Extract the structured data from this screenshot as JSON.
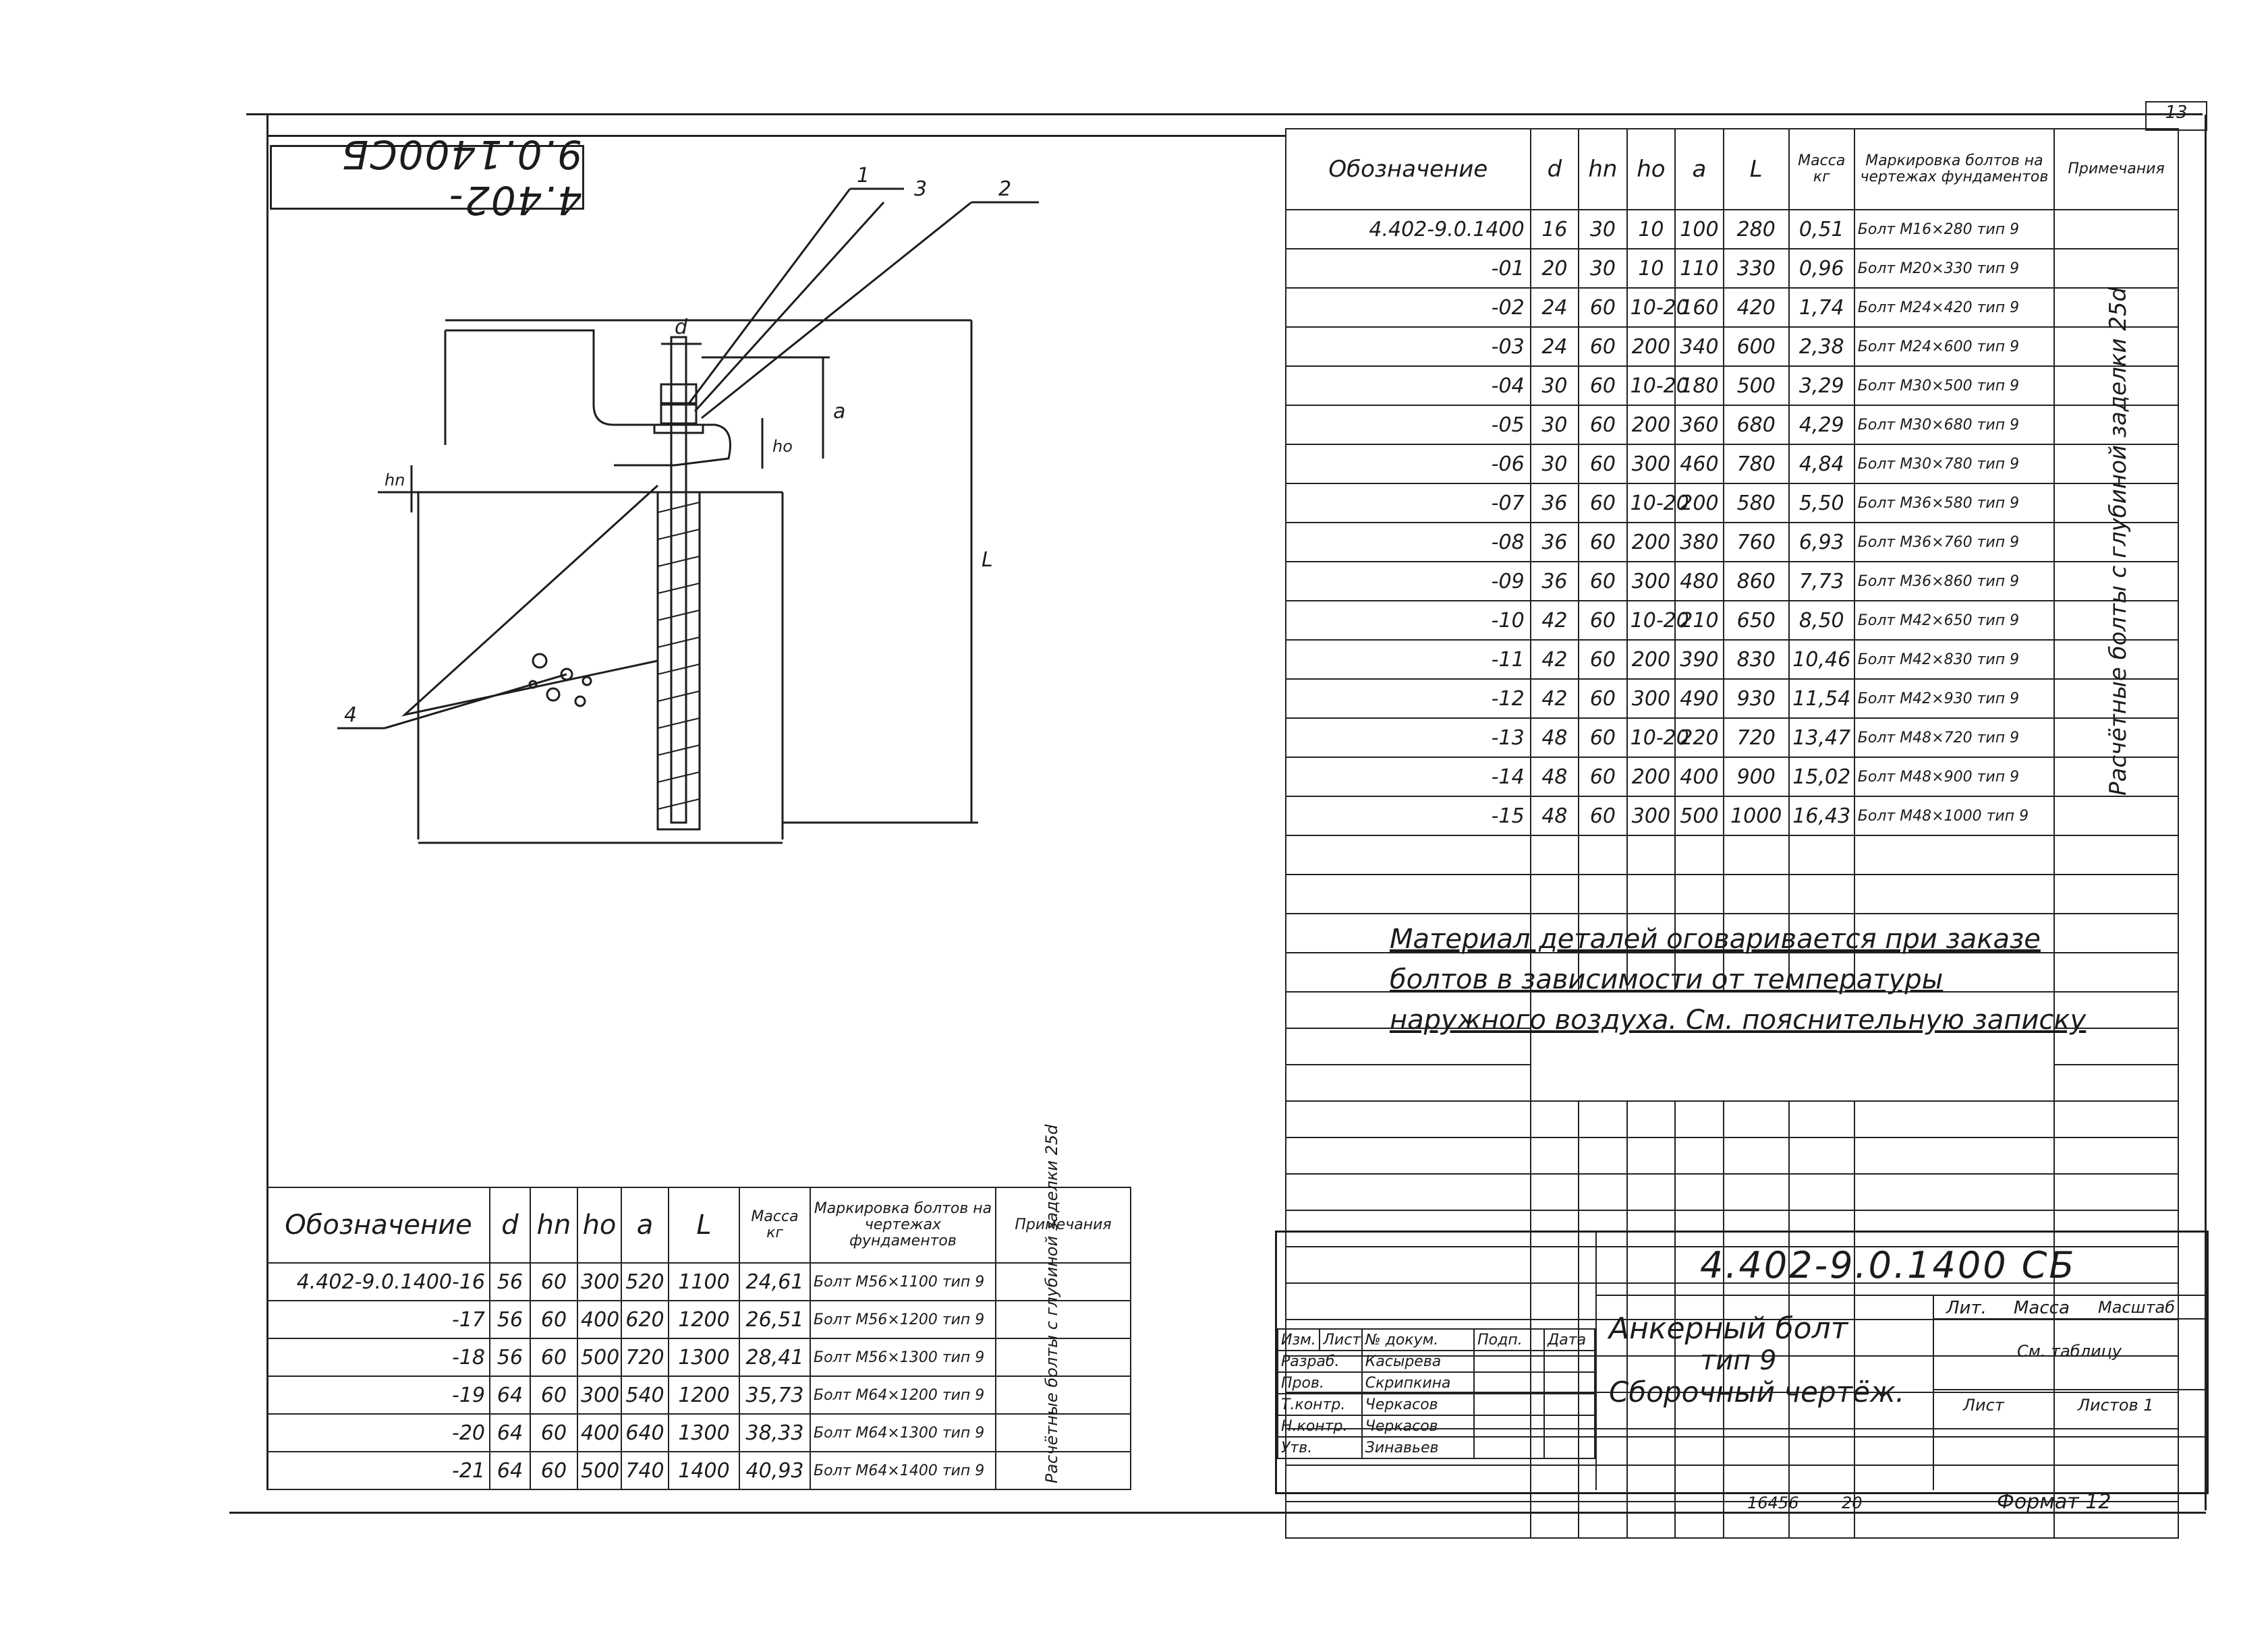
{
  "sheet_number": "13",
  "drawing": {
    "stamp_code": "4.402-9.0.1400СБ",
    "callouts": [
      "1",
      "3",
      "2",
      "4"
    ],
    "dim_labels": {
      "d": "d",
      "hn": "hn",
      "ho": "ho",
      "a": "a",
      "L": "L"
    }
  },
  "right_table": {
    "headers": {
      "designation": "Обозначение",
      "d": "d",
      "hn": "hn",
      "ho": "ho",
      "a": "a",
      "L": "L",
      "mass": "Масса кг",
      "marking": "Маркировка болтов на чертежах фундаментов",
      "note": "Примечания"
    },
    "rows": [
      {
        "des": "4.402-9.0.1400",
        "d": "16",
        "hn": "30",
        "ho": "10",
        "a": "100",
        "L": "280",
        "m": "0,51",
        "mark": "Болт М16×280 тип 9"
      },
      {
        "des": "-01",
        "d": "20",
        "hn": "30",
        "ho": "10",
        "a": "110",
        "L": "330",
        "m": "0,96",
        "mark": "Болт М20×330 тип 9"
      },
      {
        "des": "-02",
        "d": "24",
        "hn": "60",
        "ho": "10-20",
        "a": "160",
        "L": "420",
        "m": "1,74",
        "mark": "Болт М24×420 тип 9"
      },
      {
        "des": "-03",
        "d": "24",
        "hn": "60",
        "ho": "200",
        "a": "340",
        "L": "600",
        "m": "2,38",
        "mark": "Болт М24×600 тип 9"
      },
      {
        "des": "-04",
        "d": "30",
        "hn": "60",
        "ho": "10-20",
        "a": "180",
        "L": "500",
        "m": "3,29",
        "mark": "Болт М30×500 тип 9"
      },
      {
        "des": "-05",
        "d": "30",
        "hn": "60",
        "ho": "200",
        "a": "360",
        "L": "680",
        "m": "4,29",
        "mark": "Болт М30×680 тип 9"
      },
      {
        "des": "-06",
        "d": "30",
        "hn": "60",
        "ho": "300",
        "a": "460",
        "L": "780",
        "m": "4,84",
        "mark": "Болт М30×780 тип 9"
      },
      {
        "des": "-07",
        "d": "36",
        "hn": "60",
        "ho": "10-20",
        "a": "200",
        "L": "580",
        "m": "5,50",
        "mark": "Болт М36×580 тип 9"
      },
      {
        "des": "-08",
        "d": "36",
        "hn": "60",
        "ho": "200",
        "a": "380",
        "L": "760",
        "m": "6,93",
        "mark": "Болт М36×760 тип 9"
      },
      {
        "des": "-09",
        "d": "36",
        "hn": "60",
        "ho": "300",
        "a": "480",
        "L": "860",
        "m": "7,73",
        "mark": "Болт М36×860 тип 9"
      },
      {
        "des": "-10",
        "d": "42",
        "hn": "60",
        "ho": "10-20",
        "a": "210",
        "L": "650",
        "m": "8,50",
        "mark": "Болт М42×650 тип 9"
      },
      {
        "des": "-11",
        "d": "42",
        "hn": "60",
        "ho": "200",
        "a": "390",
        "L": "830",
        "m": "10,46",
        "mark": "Болт М42×830 тип 9"
      },
      {
        "des": "-12",
        "d": "42",
        "hn": "60",
        "ho": "300",
        "a": "490",
        "L": "930",
        "m": "11,54",
        "mark": "Болт М42×930 тип 9"
      },
      {
        "des": "-13",
        "d": "48",
        "hn": "60",
        "ho": "10-20",
        "a": "220",
        "L": "720",
        "m": "13,47",
        "mark": "Болт М48×720 тип 9"
      },
      {
        "des": "-14",
        "d": "48",
        "hn": "60",
        "ho": "200",
        "a": "400",
        "L": "900",
        "m": "15,02",
        "mark": "Болт М48×900 тип 9"
      },
      {
        "des": "-15",
        "d": "48",
        "hn": "60",
        "ho": "300",
        "a": "500",
        "L": "1000",
        "m": "16,43",
        "mark": "Болт М48×1000 тип 9"
      }
    ],
    "note_vertical": "Расчётные болты с глубиной заделки 25d"
  },
  "material_note": [
    "Материал деталей оговаривается при заказе",
    "болтов в зависимости от температуры",
    "наружного воздуха. См. пояснительную записку"
  ],
  "left_table": {
    "headers": {
      "designation": "Обозначение",
      "d": "d",
      "hn": "hn",
      "ho": "ho",
      "a": "a",
      "L": "L",
      "mass": "Масса кг",
      "marking": "Маркировка болтов на чертежах фундаментов",
      "note": "Примечания"
    },
    "rows": [
      {
        "des": "4.402-9.0.1400-16",
        "d": "56",
        "hn": "60",
        "ho": "300",
        "a": "520",
        "L": "1100",
        "m": "24,61",
        "mark": "Болт М56×1100 тип 9"
      },
      {
        "des": "-17",
        "d": "56",
        "hn": "60",
        "ho": "400",
        "a": "620",
        "L": "1200",
        "m": "26,51",
        "mark": "Болт М56×1200 тип 9"
      },
      {
        "des": "-18",
        "d": "56",
        "hn": "60",
        "ho": "500",
        "a": "720",
        "L": "1300",
        "m": "28,41",
        "mark": "Болт М56×1300 тип 9"
      },
      {
        "des": "-19",
        "d": "64",
        "hn": "60",
        "ho": "300",
        "a": "540",
        "L": "1200",
        "m": "35,73",
        "mark": "Болт М64×1200 тип 9"
      },
      {
        "des": "-20",
        "d": "64",
        "hn": "60",
        "ho": "400",
        "a": "640",
        "L": "1300",
        "m": "38,33",
        "mark": "Болт М64×1300 тип 9"
      },
      {
        "des": "-21",
        "d": "64",
        "hn": "60",
        "ho": "500",
        "a": "740",
        "L": "1400",
        "m": "40,93",
        "mark": "Болт М64×1400 тип 9"
      }
    ],
    "note_vertical": "Расчётные болты с глубиной заделки 25d"
  },
  "title_block": {
    "code": "4.402-9.0.1400 СБ",
    "title_lines": [
      "Анкерный болт",
      "тип 9",
      "Сборочный чертёж."
    ],
    "col_headers": [
      "Изм.",
      "Лист",
      "№ докум.",
      "Подп.",
      "Дата"
    ],
    "roles": [
      {
        "role": "Разраб.",
        "name": "Касырева"
      },
      {
        "role": "Пров.",
        "name": "Скрипкина"
      },
      {
        "role": "Т.контр.",
        "name": "Черкасов"
      },
      {
        "role": "Н.контр.",
        "name": "Черкасов"
      },
      {
        "role": "Утв.",
        "name": "Зинавьев"
      }
    ],
    "lit": "Лит.",
    "mass": "Масса",
    "scale": "Масштаб",
    "mass_value": "См. таблицу",
    "sheet": "Лист",
    "sheets": "Листов 1"
  },
  "footer": {
    "inv": "16456",
    "copy": "20",
    "format": "Формат 12"
  }
}
